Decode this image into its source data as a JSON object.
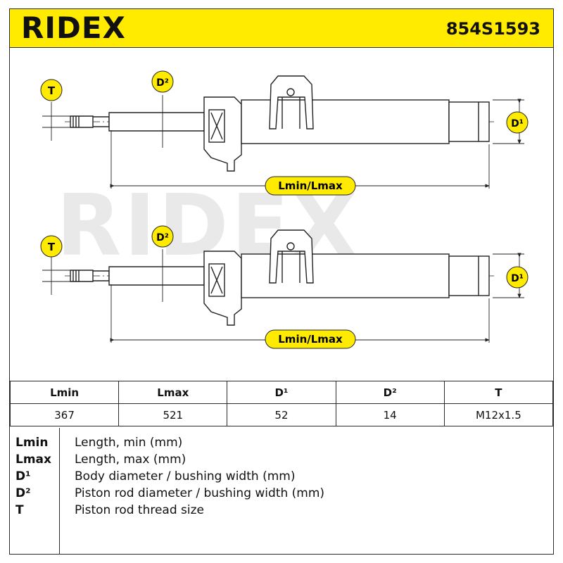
{
  "header": {
    "brand": "RIDEX",
    "part_number": "854S1593",
    "accent_color": "#ffeb00"
  },
  "watermark": "RIDEX",
  "diagram": {
    "labels": {
      "t": "T",
      "d2": "D²",
      "d1": "D¹",
      "length": "Lmin/Lmax"
    }
  },
  "specs": {
    "headers": [
      "Lmin",
      "Lmax",
      "D¹",
      "D²",
      "T"
    ],
    "values": [
      "367",
      "521",
      "52",
      "14",
      "M12x1.5"
    ]
  },
  "legend": [
    {
      "key": "Lmin",
      "desc": "Length, min (mm)"
    },
    {
      "key": "Lmax",
      "desc": "Length, max (mm)"
    },
    {
      "key": "D¹",
      "desc": "Body diameter / bushing width (mm)"
    },
    {
      "key": "D²",
      "desc": "Piston rod diameter / bushing width (mm)"
    },
    {
      "key": "T",
      "desc": "Piston rod thread size"
    }
  ]
}
